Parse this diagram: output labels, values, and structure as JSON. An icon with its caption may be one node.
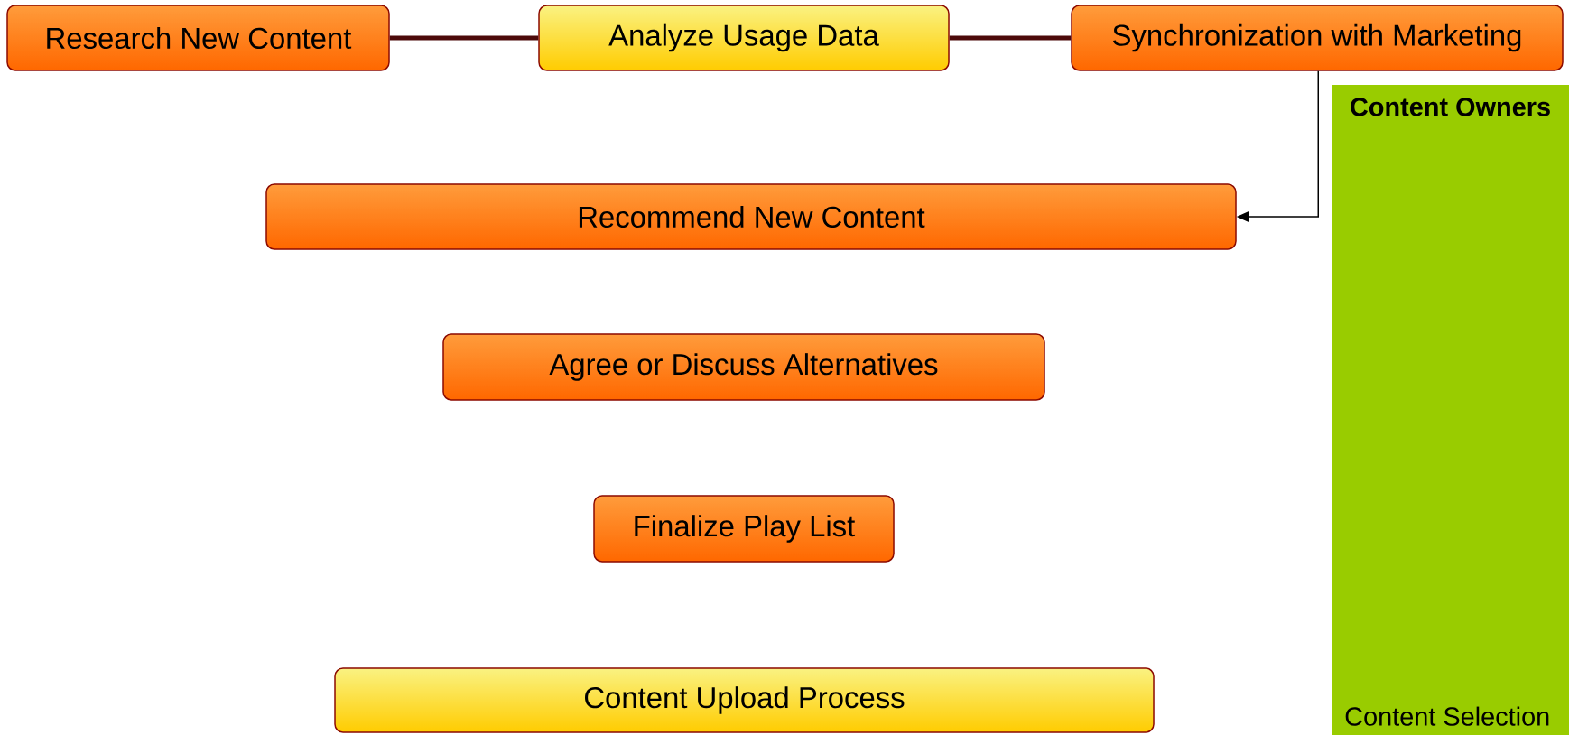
{
  "diagram": {
    "nodes": [
      {
        "text": [
          "Research New Content"
        ]
      },
      {
        "text": [
          "Analyze Usage Data"
        ]
      },
      {
        "text": [
          "Synchronization with Marketing"
        ]
      },
      {
        "text": [
          "Recommend New Content"
        ]
      },
      {
        "text": [
          "Agree or Discuss Alternatives"
        ]
      },
      {
        "text": [
          "Finalize Play List"
        ]
      },
      {
        "text": [
          "Content Upload Process"
        ]
      },
      {
        "text": [
          "Content Owners",
          "Content Selection"
        ]
      }
    ],
    "edges": [
      {
        "from": 0,
        "to": 1,
        "arrow": "none"
      },
      {
        "from": 1,
        "to": 2,
        "arrow": "none"
      },
      {
        "from": 2,
        "to": 3,
        "arrow": "to",
        "color": "#000000"
      }
    ]
  }
}
